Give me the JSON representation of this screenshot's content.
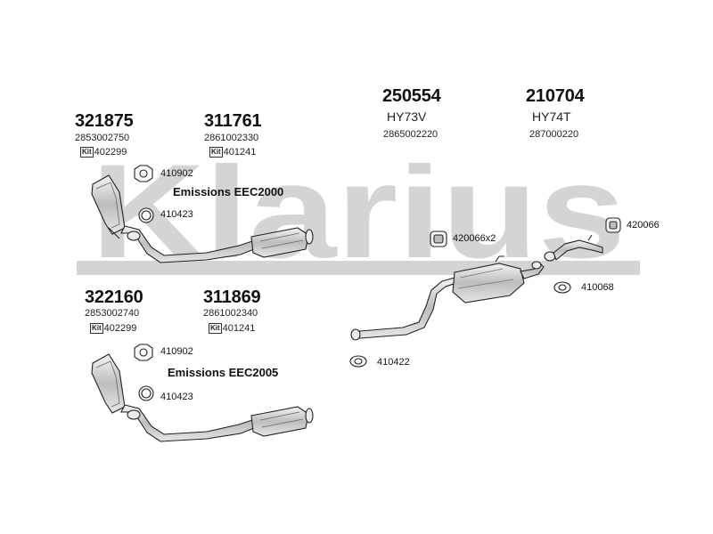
{
  "brand": {
    "watermark_text": "Klarius",
    "watermark_color": "#d4d4d4"
  },
  "group_a": {
    "part1": {
      "number": "321875",
      "oem": "2853002750",
      "kit_label": "Kit",
      "kit": "402299"
    },
    "part2": {
      "number": "311761",
      "oem": "2861002330",
      "kit_label": "Kit",
      "kit": "401241"
    },
    "ref_top": "410902",
    "emissions": "Emissions EEC2000",
    "ref_bottom": "410423"
  },
  "group_b": {
    "part1": {
      "number": "322160",
      "oem": "2853002740",
      "kit_label": "Kit",
      "kit": "402299"
    },
    "part2": {
      "number": "311869",
      "oem": "2861002340",
      "kit_label": "Kit",
      "kit": "401241"
    },
    "ref_top": "410902",
    "emissions": "Emissions EEC2005",
    "ref_bottom": "410423"
  },
  "rear": {
    "mid_box": {
      "number": "250554",
      "code": "HY73V",
      "oem": "2865002220"
    },
    "rear_box": {
      "number": "210704",
      "code": "HY74T",
      "oem": "287000220"
    },
    "mount_mid": "420066x2",
    "mount_rear": "420066",
    "gasket_rear": "410068",
    "gasket_front": "410422"
  }
}
